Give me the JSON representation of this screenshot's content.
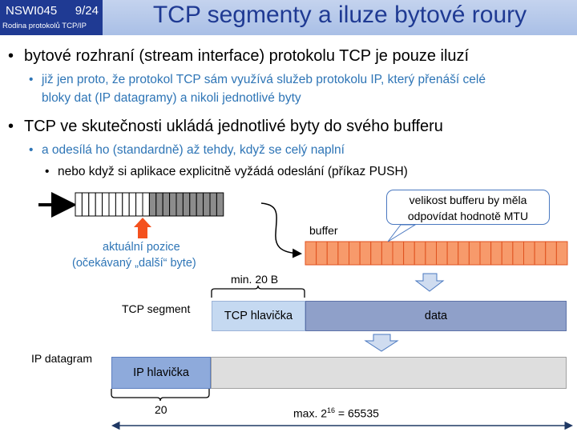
{
  "header": {
    "course_code": "NSWI045",
    "slide_number": "9/24",
    "course_subtitle": "Rodina protokolů TCP/IP"
  },
  "slide_title": "TCP segmenty a iluze bytové roury",
  "bullets": [
    {
      "level": 1,
      "text": "bytové rozhraní (stream interface) protokolu TCP je pouze iluzí"
    },
    {
      "level": 2,
      "line1": "již jen proto, že protokol TCP sám využívá služeb protokolu IP, který přenáší celé",
      "line2": "bloky dat (IP datagramy) a nikoli jednotlivé byty"
    },
    {
      "level": 1,
      "text": "TCP ve skutečnosti ukládá jednotlivé byty do svého bufferu"
    },
    {
      "level": 2,
      "text": "a odesílá ho (standardně) až tehdy, když se celý naplní"
    },
    {
      "level": 3,
      "text": "nebo když si aplikace explicitně vyžádá odeslání (příkaz PUSH)"
    }
  ],
  "diagram": {
    "stream_cells_empty": 11,
    "stream_cells_filled": 11,
    "buffer_cells": 24,
    "current_position_label_1": "aktuální pozice",
    "current_position_label_2": "(očekávaný „další“ byte)",
    "buffer_label": "buffer",
    "callout_line1": "velikost bufferu by měla",
    "callout_line2": "odpovídat hodnotě MTU",
    "min_label": "min. 20 B",
    "tcp_segment_label": "TCP segment",
    "tcp_header_label": "TCP hlavička",
    "data_label": "data",
    "ip_datagram_label": "IP datagram",
    "ip_header_label": "IP hlavička",
    "twenty_label": "20",
    "max_label_prefix": "max. 2",
    "max_label_exp": "16",
    "max_label_suffix": " = 65535"
  },
  "colors": {
    "header_bg": "#1f3a93",
    "title_text": "#1f3a93",
    "sub_bullet": "#2e75b6",
    "buffer_fill": "#f79a6b",
    "buffer_stroke": "#e0521f",
    "stream_fill": "#8c8c8c",
    "arrow_red": "#f4511e",
    "tcp_header_fill": "#c5d9f1",
    "data_fill": "#8fa0c9",
    "ip_header_fill": "#8eaadb",
    "ip_body_fill": "#dedede",
    "down_arrow_fill": "#cfdcf0"
  }
}
